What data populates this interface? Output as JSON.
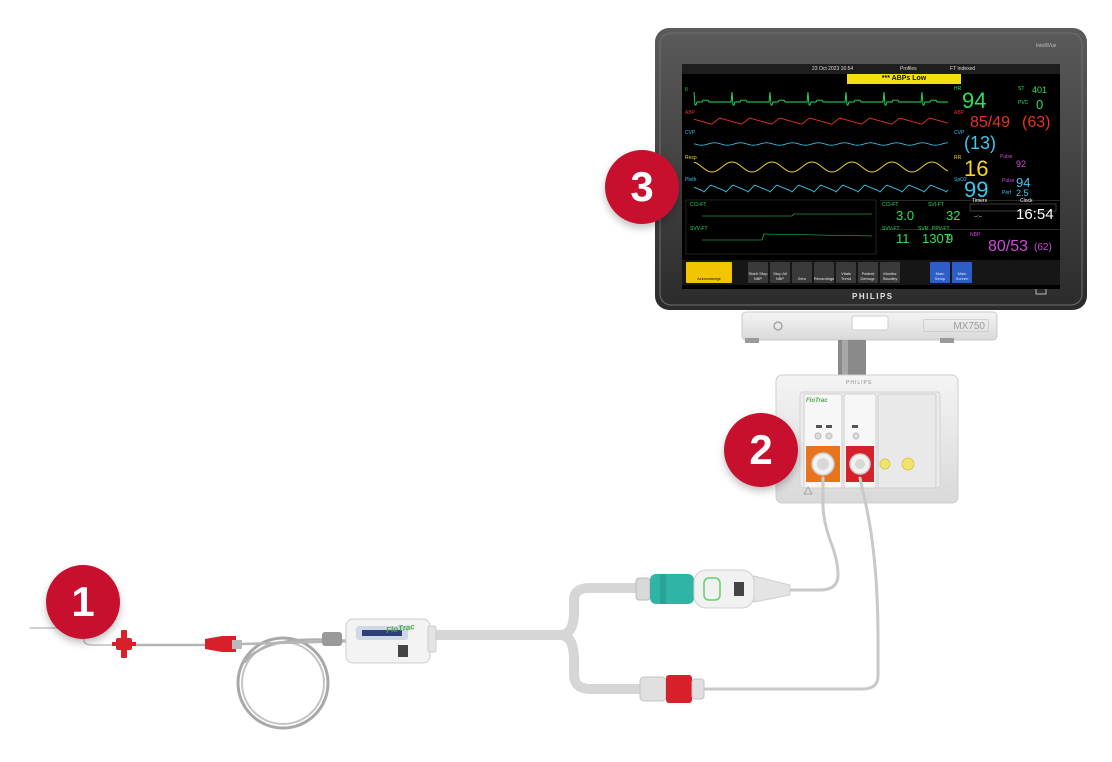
{
  "callouts": [
    "1",
    "2",
    "3"
  ],
  "monitor": {
    "brand": "PHILIPS",
    "product": "IntelliVue",
    "model": "MX750",
    "rack_brand": "PHILIPS",
    "module_label": "FloTrac",
    "sensor_label": "FloTrac"
  },
  "screen": {
    "topbar": {
      "date": "23 Oct 2023 16:54",
      "profiles": "Profiles",
      "mode": "FT Indexed"
    },
    "alarm": "*** ABPs Low",
    "waves": [
      {
        "label": "II",
        "color": "#2ee05a"
      },
      {
        "label": "ABP",
        "color": "#e8322a"
      },
      {
        "label": "CVP",
        "color": "#3cc7f0"
      },
      {
        "label": "Resp",
        "color": "#f3d52a"
      },
      {
        "label": "Pleth",
        "color": "#3cc7f0"
      }
    ],
    "hr": {
      "label": "HR",
      "value": "94"
    },
    "st": {
      "label": "ST",
      "value": "401"
    },
    "pvc": {
      "label": "PVC",
      "value": "0"
    },
    "abp": {
      "label": "ABP",
      "value": "85/49",
      "mean": "(63)"
    },
    "cvp": {
      "label": "CVP",
      "value": "(13)"
    },
    "rr": {
      "label": "RR",
      "value": "16"
    },
    "spo2": {
      "label": "SpO2",
      "value": "99"
    },
    "pulse": {
      "label": "Pulse",
      "value": "92"
    },
    "pulse2": {
      "label": "Pulse",
      "value": "94",
      "perf_label": "Perf",
      "perf": "2.5"
    },
    "co": {
      "label": "CCI-FT",
      "value": "3.0"
    },
    "sv": {
      "label": "SVI-FT",
      "value": "32"
    },
    "svv": {
      "label": "SVV-FT",
      "value": "11"
    },
    "svr": {
      "label": "SVR",
      "value": "1307"
    },
    "ppv": {
      "label": "PPV-FT",
      "value": "9"
    },
    "timer": {
      "label": "Timers",
      "value": "--:--"
    },
    "clock": {
      "label": "Clock",
      "value": "16:54"
    },
    "nbp": {
      "label": "NBP",
      "value": "80/53",
      "mean": "(62)"
    },
    "keys": [
      "Acknowledge",
      "Start/ Stop NBP",
      "Stop All NBP",
      "Zero",
      "Recordings",
      "Vitals Trend",
      "Patient Demogr.",
      "Monitor Standby",
      "Main Setup",
      "Main Screen"
    ]
  },
  "colors": {
    "callout": "#c8102e",
    "ecg": "#2ee05a",
    "abp": "#e8322a",
    "cvp": "#3cc7f0",
    "resp": "#f3d52a",
    "nbp": "#d04bd8",
    "orange_port": "#e8741e",
    "red_port": "#d8202a",
    "teal_connector": "#2fb4a6"
  }
}
